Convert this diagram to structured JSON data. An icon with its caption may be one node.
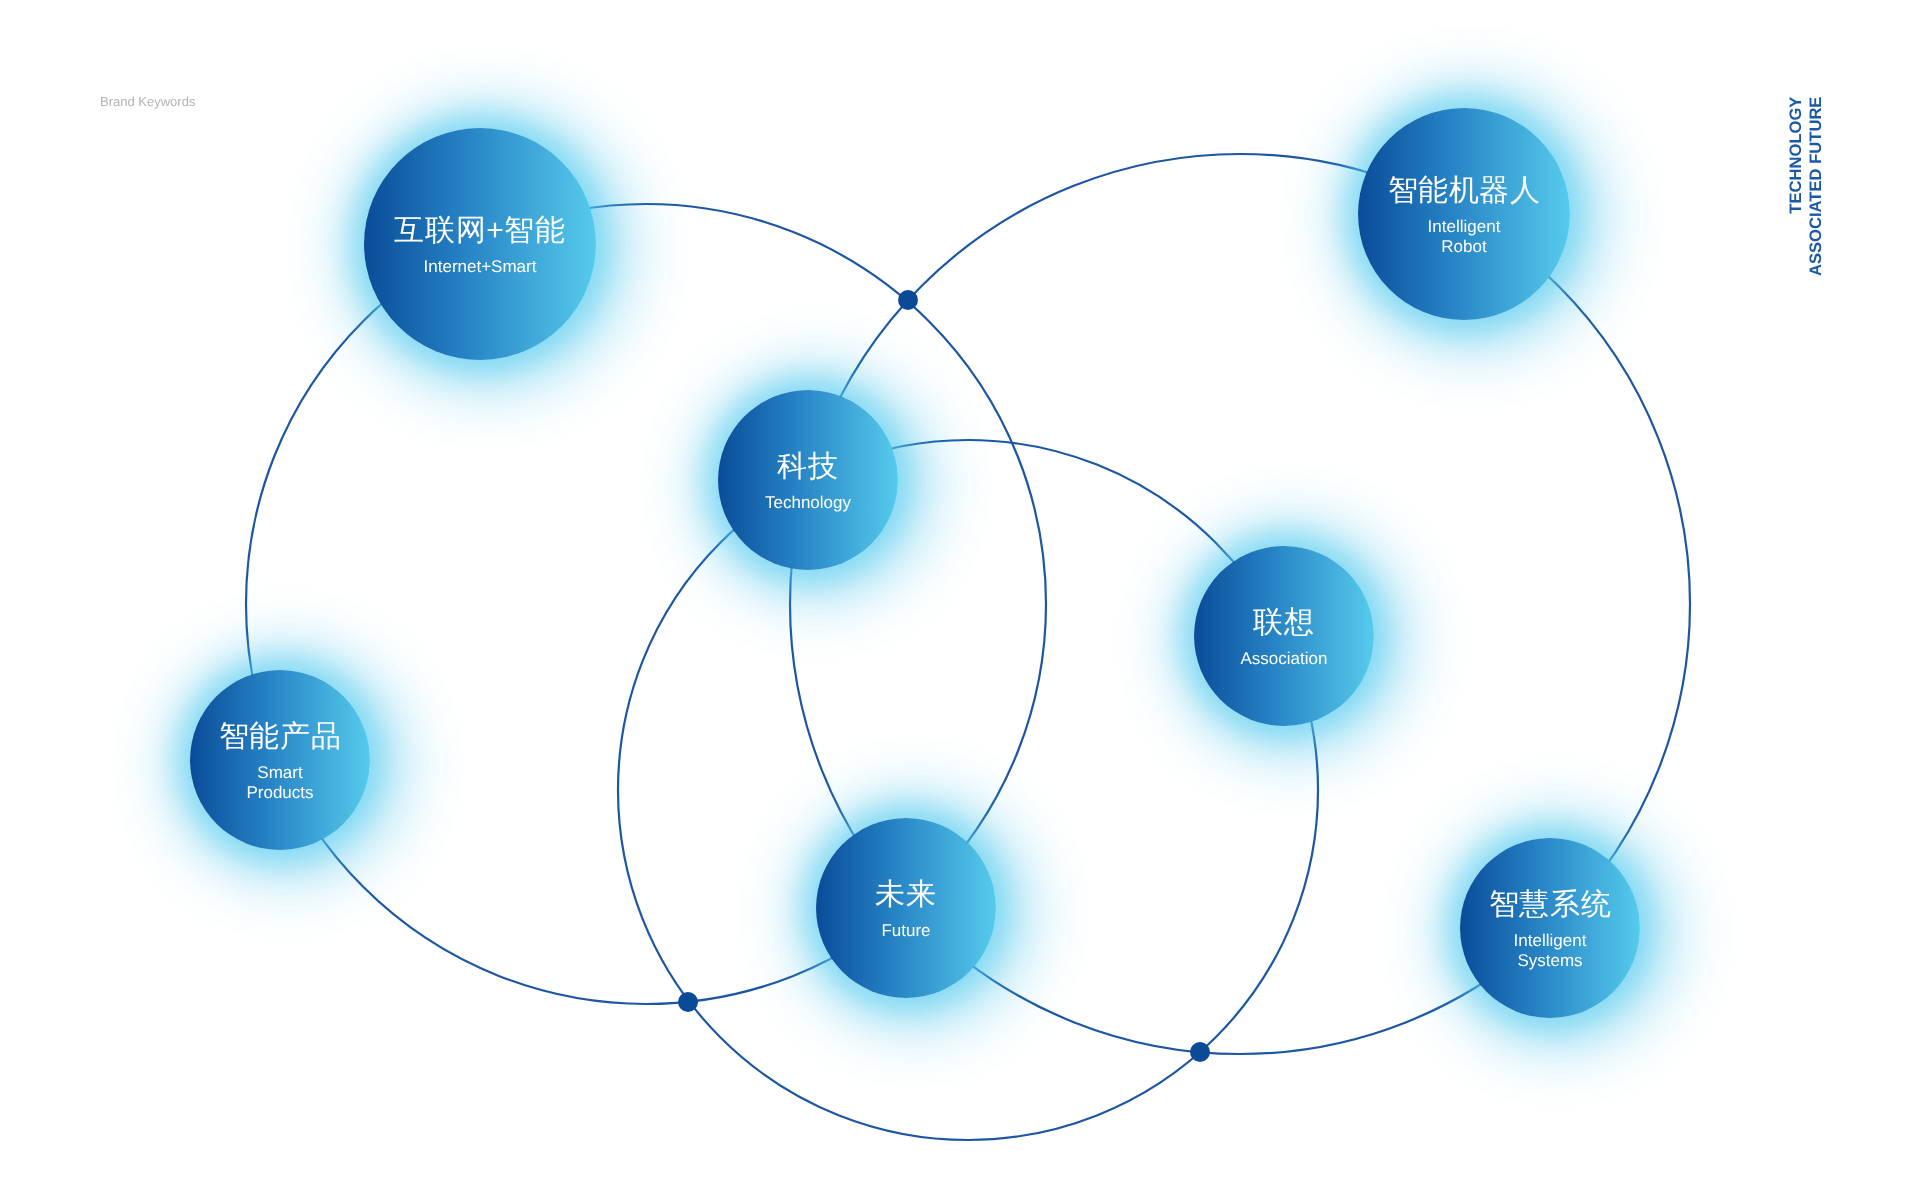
{
  "diagram": {
    "nodes": [
      {
        "text": [
          "互联网+智能",
          "Internet+Smart"
        ]
      },
      {
        "text": [
          "智能机器人",
          "Intelligent Robot"
        ]
      },
      {
        "text": [
          "科技",
          "Technology"
        ]
      },
      {
        "text": [
          "联想",
          "Association"
        ]
      },
      {
        "text": [
          "智能产品",
          "Smart Products"
        ]
      },
      {
        "text": [
          "未来",
          "Future"
        ]
      },
      {
        "text": [
          "智慧系统",
          "Intelligent Systems"
        ]
      }
    ],
    "labels": [
      "Brand Keywords",
      "TECHNOLOGY ASSOCIATED FUTURE"
    ]
  }
}
